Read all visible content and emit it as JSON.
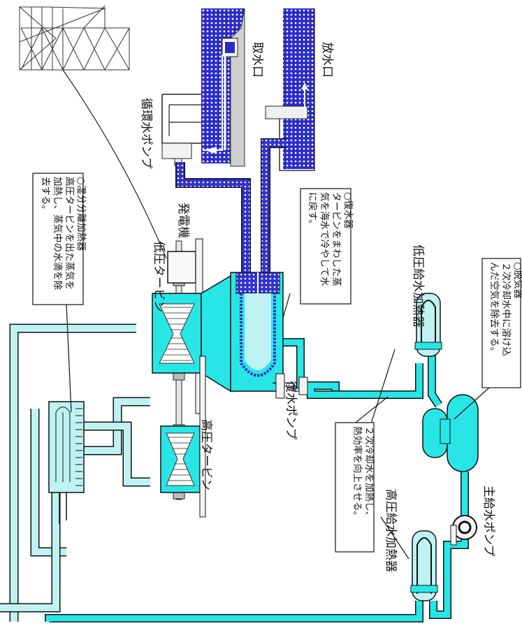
{
  "labels": {
    "intake": "取水口",
    "outlet": "放水口",
    "circ_pump": "循環水ポンプ",
    "generator": "発電機",
    "lp_turbine": "低圧タービン",
    "hp_turbine": "高圧タービン",
    "condensate_pump": "復水ポンプ",
    "lp_heater": "低圧給水加熱器",
    "hp_heater": "高圧給水加熱器",
    "main_feed_pump": "主給水ポンプ"
  },
  "notes": {
    "moisture_separator": {
      "title": "○湿分分離加熱器",
      "lines": [
        "高圧タービンを出た蒸気を",
        "加熱し、蒸気中の水滴を除",
        "去する。"
      ]
    },
    "condenser": {
      "title": "○復水器",
      "lines": [
        "タービンをまわした蒸",
        "気を海水で冷やして水",
        "に戻す。"
      ]
    },
    "deaerator": {
      "title": "○脱気器",
      "lines": [
        "２次冷却水中に溶け込",
        "んだ空気を除去する。"
      ]
    },
    "feedwater_heater": {
      "lines": [
        "２次冷却水を加熱し、",
        "熱効率を向上させる。"
      ]
    }
  },
  "colors": {
    "steam_pipe": "#bff3f3",
    "water_pipe": "#29e6e6",
    "seawater": "#2b2bc8",
    "pipe_outline": "#111111"
  }
}
